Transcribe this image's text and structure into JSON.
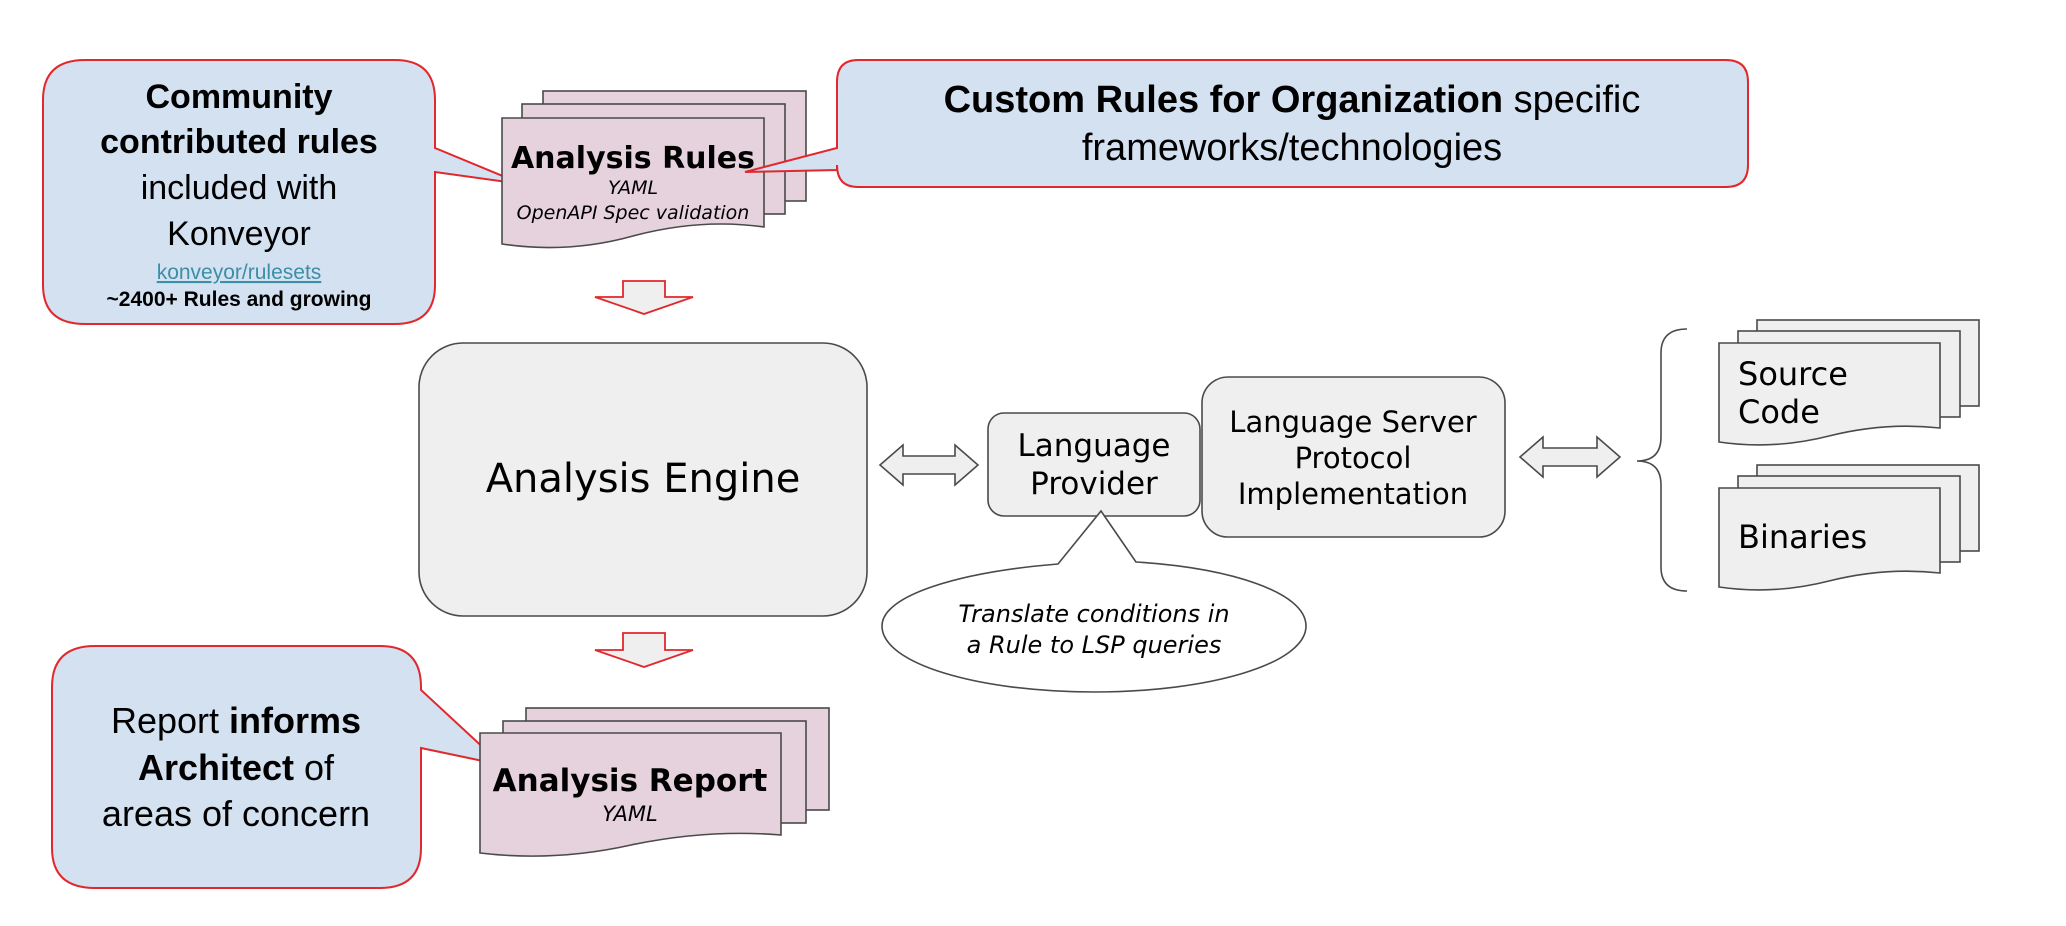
{
  "colors": {
    "callout_fill": "#d4e1f1",
    "callout_stroke": "#e0282d",
    "doc_fill": "#e6d2dc",
    "box_fill": "#efefef",
    "stroke": "#4a4a4a",
    "link": "#3c8fa6"
  },
  "callouts": {
    "community": {
      "bold1": "Community",
      "bold2": "contributed rules",
      "line3": "included with",
      "line4": "Konveyor",
      "link": "konveyor/rulesets",
      "count": "~2400+ Rules and growing"
    },
    "custom": {
      "bold": "Custom Rules for Organization",
      "rest": " specific",
      "line2": "frameworks/technologies"
    },
    "report": {
      "line1_plain": "Report ",
      "line1_bold": "informs",
      "line2_bold": "Architect",
      "line2_plain": " of",
      "line3": "areas of concern"
    }
  },
  "documents": {
    "rules": {
      "title": "Analysis Rules",
      "sub1": "YAML",
      "sub2": "OpenAPI Spec validation"
    },
    "report": {
      "title": "Analysis Report",
      "sub1": "YAML"
    },
    "source": {
      "line1": "Source",
      "line2": "Code"
    },
    "binaries": {
      "title": "Binaries"
    }
  },
  "nodes": {
    "engine": "Analysis Engine",
    "provider": {
      "line1": "Language",
      "line2": "Provider"
    },
    "lsp": {
      "line1": "Language Server",
      "line2": "Protocol",
      "line3": "Implementation"
    }
  },
  "bubble": {
    "line1": "Translate conditions in",
    "line2": "a Rule to LSP queries"
  },
  "icons": {
    "down_arrow": "down-arrow-icon",
    "double_arrow": "double-arrow-icon",
    "brace": "left-brace-icon"
  }
}
